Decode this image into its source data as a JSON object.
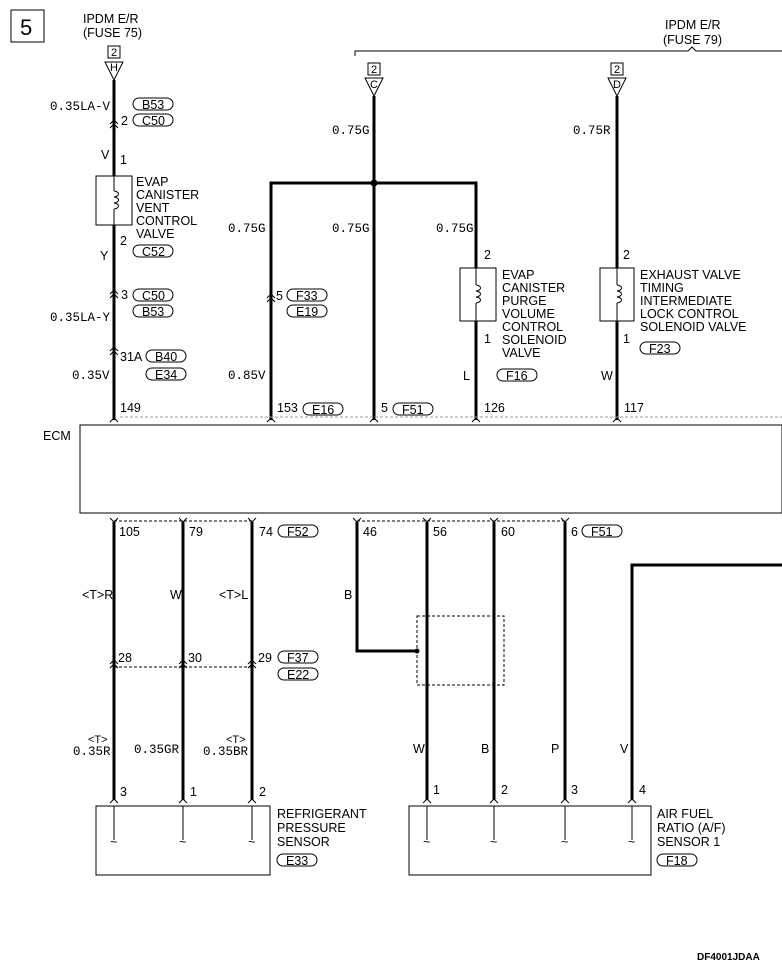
{
  "page_number": "5",
  "diagram_code": "DF4001JDAA",
  "ecm_label": "ECM",
  "fuse_supplies": [
    {
      "name": "IPDM E/R",
      "fuse": "(FUSE 75)",
      "conn": "2",
      "terminal": "H"
    },
    {
      "name": "IPDM E/R",
      "fuse": "(FUSE 79)"
    },
    {
      "conn": "2",
      "terminal": "C"
    },
    {
      "conn": "2",
      "terminal": "D"
    }
  ],
  "components": {
    "evap_vent": {
      "lines": [
        "EVAP",
        "CANISTER",
        "VENT",
        "CONTROL",
        "VALVE"
      ],
      "connector": "C52"
    },
    "evap_purge": {
      "lines": [
        "EVAP",
        "CANISTER",
        "PURGE",
        "VOLUME",
        "CONTROL",
        "SOLENOID",
        "VALVE"
      ],
      "connector": "F16"
    },
    "exhaust_valve": {
      "lines": [
        "EXHAUST VALVE",
        "TIMING",
        "INTERMEDIATE",
        "LOCK CONTROL",
        "SOLENOID VALVE"
      ],
      "connector": "F23"
    },
    "refrigerant": {
      "lines": [
        "REFRIGERANT",
        "PRESSURE",
        "SENSOR"
      ],
      "connector": "E33"
    },
    "af_sensor": {
      "lines": [
        "AIR FUEL",
        "RATIO (A/F)",
        "SENSOR 1"
      ],
      "connector": "F18"
    }
  },
  "connectors": {
    "b53a": "B53",
    "c50a": "C50",
    "c50b": "C50",
    "b53b": "B53",
    "b40": "B40",
    "e34": "E34",
    "f33": "F33",
    "e19": "E19",
    "e16": "E16",
    "f51a": "F51",
    "f52": "F52",
    "f51b": "F51",
    "f37": "F37",
    "e22": "E22"
  },
  "wires": {
    "w_035lav": "0.35LA-V",
    "w_035lay": "0.35LA-Y",
    "w_035v": "0.35V",
    "w_075g_a": "0.75G",
    "w_075g_b": "0.75G",
    "w_075g_c": "0.75G",
    "w_075g_d": "0.75G",
    "w_075r": "0.75R",
    "w_085v": "0.85V",
    "c_v": "V",
    "c_y": "Y",
    "c_l": "L",
    "c_w_top": "W",
    "c_tr": "<T>R",
    "c_w": "W",
    "c_tl": "<T>L",
    "c_b": "B",
    "c_w2": "W",
    "c_b2": "B",
    "c_p": "P",
    "c_v2": "V",
    "t_mark1": "<T>",
    "t_mark2": "<T>",
    "w_035r": "0.35R",
    "w_035gr": "0.35GR",
    "w_035br": "0.35BR"
  },
  "pins": {
    "p_2a": "2",
    "p_1a": "1",
    "p_2b": "2",
    "p_3a": "3",
    "p_31a": "31A",
    "p_149": "149",
    "p_5a": "5",
    "p_153": "153",
    "p_5b": "5",
    "p_2c": "2",
    "p_1c": "1",
    "p_126": "126",
    "p_2d": "2",
    "p_1d": "1",
    "p_117": "117",
    "p_105": "105",
    "p_79": "79",
    "p_74": "74",
    "p_46": "46",
    "p_56": "56",
    "p_60": "60",
    "p_6": "6",
    "p_28": "28",
    "p_30": "30",
    "p_29": "29",
    "p_3r": "3",
    "p_1r": "1",
    "p_2r": "2",
    "p_1s": "1",
    "p_2s": "2",
    "p_3s": "3",
    "p_4s": "4"
  }
}
